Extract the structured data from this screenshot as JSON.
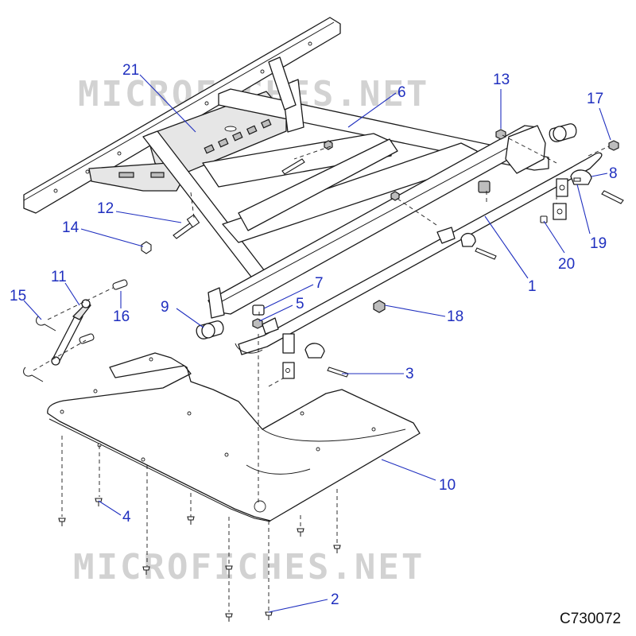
{
  "watermark": {
    "text": "MICROFICHES.NET"
  },
  "diagram_code": "C730072",
  "callouts": [
    {
      "id": "1",
      "label": "1"
    },
    {
      "id": "2",
      "label": "2"
    },
    {
      "id": "3",
      "label": "3"
    },
    {
      "id": "4",
      "label": "4"
    },
    {
      "id": "5",
      "label": "5"
    },
    {
      "id": "6",
      "label": "6"
    },
    {
      "id": "7",
      "label": "7"
    },
    {
      "id": "8",
      "label": "8"
    },
    {
      "id": "9",
      "label": "9"
    },
    {
      "id": "10",
      "label": "10"
    },
    {
      "id": "11",
      "label": "11"
    },
    {
      "id": "12",
      "label": "12"
    },
    {
      "id": "13",
      "label": "13"
    },
    {
      "id": "14",
      "label": "14"
    },
    {
      "id": "15",
      "label": "15"
    },
    {
      "id": "16",
      "label": "16"
    },
    {
      "id": "17",
      "label": "17"
    },
    {
      "id": "18",
      "label": "18"
    },
    {
      "id": "19",
      "label": "19"
    },
    {
      "id": "20",
      "label": "20"
    },
    {
      "id": "21",
      "label": "21"
    }
  ],
  "colors": {
    "callout": "#1f2fbf",
    "line": "#1a1a1a",
    "watermark": "#d2d2d2"
  }
}
